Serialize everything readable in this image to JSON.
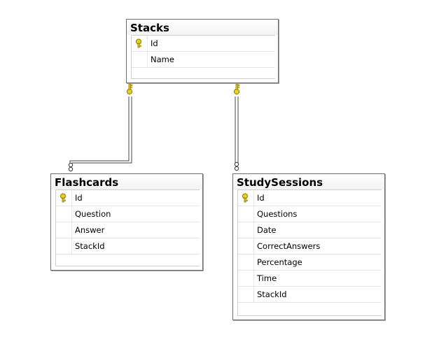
{
  "colors": {
    "table_border": "#6e6e6e",
    "key_fill": "#e8d21c",
    "key_stroke": "#8a7400",
    "relationship_line": "#444444"
  },
  "tables": {
    "stacks": {
      "name": "Stacks",
      "columns": [
        {
          "name": "Id",
          "primary_key": true
        },
        {
          "name": "Name",
          "primary_key": false
        }
      ]
    },
    "flashcards": {
      "name": "Flashcards",
      "columns": [
        {
          "name": "Id",
          "primary_key": true
        },
        {
          "name": "Question",
          "primary_key": false
        },
        {
          "name": "Answer",
          "primary_key": false
        },
        {
          "name": "StackId",
          "primary_key": false
        }
      ]
    },
    "studysessions": {
      "name": "StudySessions",
      "columns": [
        {
          "name": "Id",
          "primary_key": true
        },
        {
          "name": "Questions",
          "primary_key": false
        },
        {
          "name": "Date",
          "primary_key": false
        },
        {
          "name": "CorrectAnswers",
          "primary_key": false
        },
        {
          "name": "Percentage",
          "primary_key": false
        },
        {
          "name": "Time",
          "primary_key": false
        },
        {
          "name": "StackId",
          "primary_key": false
        }
      ]
    }
  },
  "relationships": [
    {
      "from": "stacks",
      "to": "flashcards",
      "one_end": "key",
      "many_end": "infinity"
    },
    {
      "from": "stacks",
      "to": "studysessions",
      "one_end": "key",
      "many_end": "infinity"
    }
  ]
}
